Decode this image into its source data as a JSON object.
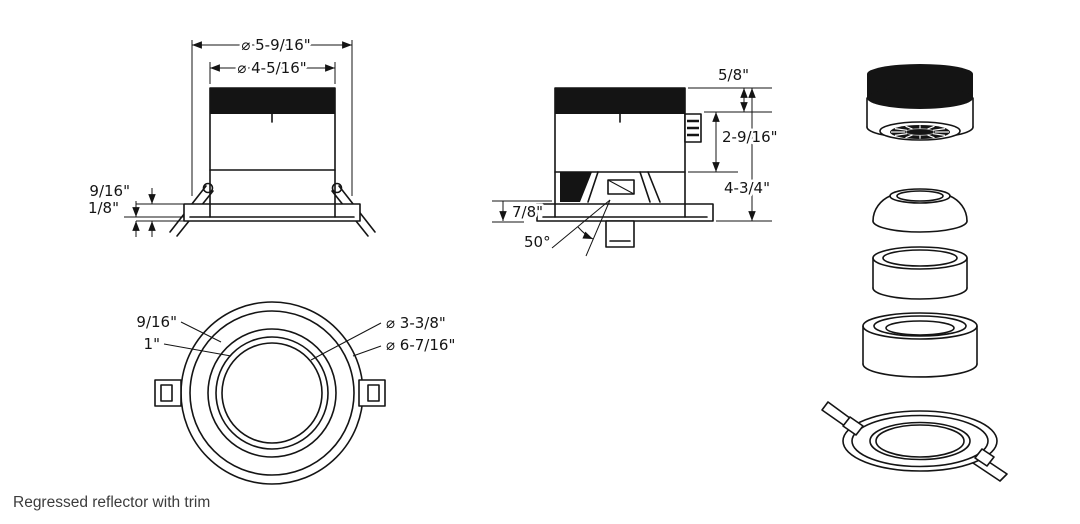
{
  "caption": "Regressed reflector with trim",
  "colors": {
    "ink": "#141414",
    "background": "#ffffff"
  },
  "front_view": {
    "outer_diameter": "⌀ 5-9/16\"",
    "body_diameter": "⌀ 4-5/16\"",
    "trim_height": "9/16\"",
    "flange_lip": "1/8\""
  },
  "side_view": {
    "top_section_height": "5/8\"",
    "housing_height": "2-9/16\"",
    "overall_height": "4-3/4\"",
    "regression_depth": "7/8\"",
    "beam_angle": "50°"
  },
  "plan_view": {
    "trim_face_width": "9/16\"",
    "reflector_ring_width": "1\"",
    "aperture_diameter": "⌀ 3-3/8\"",
    "trim_outer_diameter": "⌀ 6-7/16\""
  }
}
